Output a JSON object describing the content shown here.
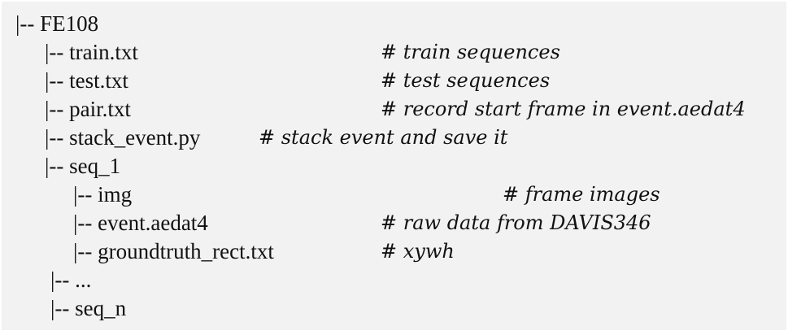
{
  "tree": {
    "root": "|-- FE108",
    "rows": [
      {
        "name": "|-- train.txt",
        "comment": "# train sequences"
      },
      {
        "name": "|-- test.txt",
        "comment": "# test sequences"
      },
      {
        "name": "|-- pair.txt",
        "comment": "# record start frame in event.aedat4"
      },
      {
        "name": "|-- stack_event.py",
        "comment": "# stack event and save it"
      },
      {
        "name": "|-- seq_1",
        "comment": ""
      },
      {
        "name": "|-- img",
        "comment": "# frame images"
      },
      {
        "name": "|-- event.aedat4",
        "comment": "# raw data from DAVIS346"
      },
      {
        "name": "|-- groundtruth_rect.txt",
        "comment": "# xywh"
      },
      {
        "name": "|-- ...",
        "comment": ""
      },
      {
        "name": "|-- seq_n",
        "comment": ""
      }
    ]
  }
}
